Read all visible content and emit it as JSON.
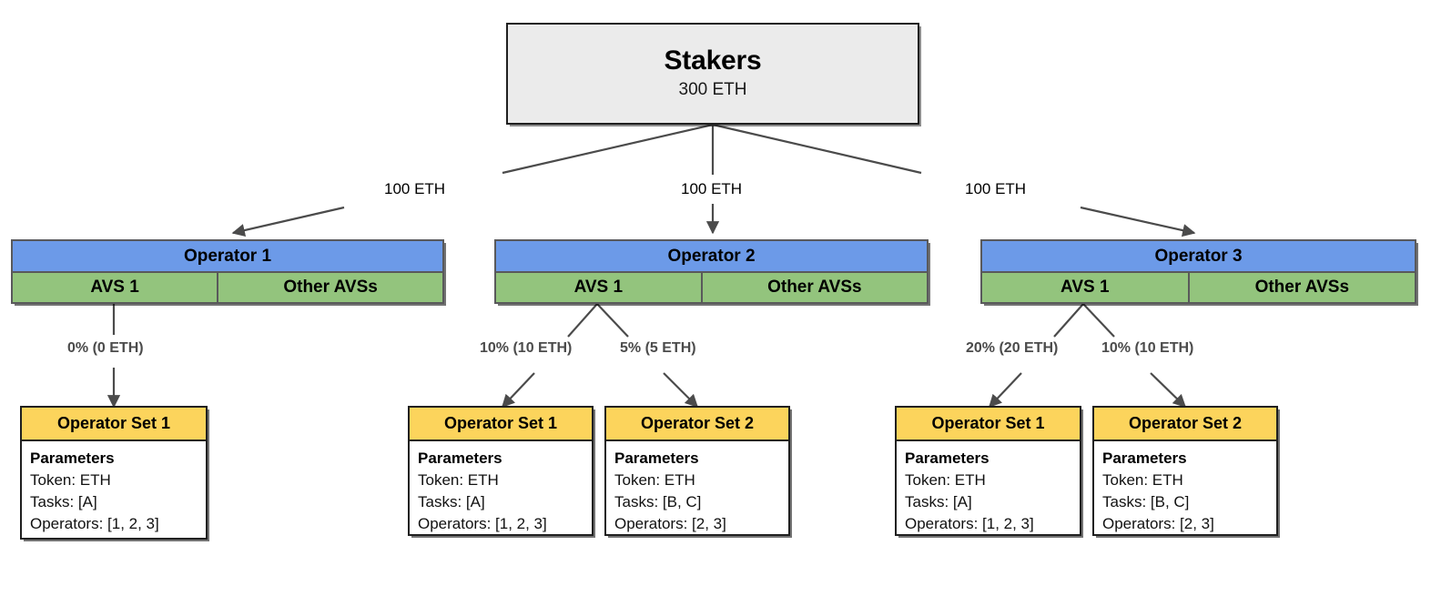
{
  "diagram": {
    "title": "Stakers to Operators to Operator Sets delegation diagram",
    "colors": {
      "stakers_fill": "#ebebeb",
      "operator_header_fill": "#6c9ae8",
      "avs_fill": "#93c47d",
      "operator_set_header_fill": "#fcd45c",
      "body_fill": "#ffffff",
      "edge_stroke": "#4b4b4b",
      "border": "#59595b"
    }
  },
  "stakers": {
    "title": "Stakers",
    "amount": "300 ETH"
  },
  "operators": [
    {
      "name": "Operator 1",
      "avs_primary": "AVS 1",
      "avs_other": "Other AVSs",
      "stake_label": "100 ETH"
    },
    {
      "name": "Operator 2",
      "avs_primary": "AVS 1",
      "avs_other": "Other AVSs",
      "stake_label": "100 ETH"
    },
    {
      "name": "Operator 3",
      "avs_primary": "AVS 1",
      "avs_other": "Other AVSs",
      "stake_label": "100 ETH"
    }
  ],
  "allocations": [
    {
      "label": "0% (0 ETH)",
      "percent": 0,
      "eth": 0,
      "from_operator": "Operator 1",
      "to_set": "Operator Set 1"
    },
    {
      "label": "10% (10 ETH)",
      "percent": 10,
      "eth": 10,
      "from_operator": "Operator 2",
      "to_set": "Operator Set 1"
    },
    {
      "label": "5% (5 ETH)",
      "percent": 5,
      "eth": 5,
      "from_operator": "Operator 2",
      "to_set": "Operator Set 2"
    },
    {
      "label": "20% (20 ETH)",
      "percent": 20,
      "eth": 20,
      "from_operator": "Operator 3",
      "to_set": "Operator Set 1"
    },
    {
      "label": "10% (10 ETH)",
      "percent": 10,
      "eth": 10,
      "from_operator": "Operator 3",
      "to_set": "Operator Set 2"
    }
  ],
  "operator_sets": [
    {
      "title": "Operator Set 1",
      "params_title": "Parameters",
      "token": "Token: ETH",
      "tasks": "Tasks: [A]",
      "operators": "Operators: [1, 2, 3]"
    },
    {
      "title": "Operator Set 1",
      "params_title": "Parameters",
      "token": "Token: ETH",
      "tasks": "Tasks: [A]",
      "operators": "Operators: [1, 2, 3]"
    },
    {
      "title": "Operator Set 2",
      "params_title": "Parameters",
      "token": "Token: ETH",
      "tasks": "Tasks: [B, C]",
      "operators": "Operators: [2, 3]"
    },
    {
      "title": "Operator Set 1",
      "params_title": "Parameters",
      "token": "Token: ETH",
      "tasks": "Tasks: [A]",
      "operators": "Operators: [1, 2, 3]"
    },
    {
      "title": "Operator Set 2",
      "params_title": "Parameters",
      "token": "Token: ETH",
      "tasks": "Tasks: [B, C]",
      "operators": "Operators: [2, 3]"
    }
  ]
}
